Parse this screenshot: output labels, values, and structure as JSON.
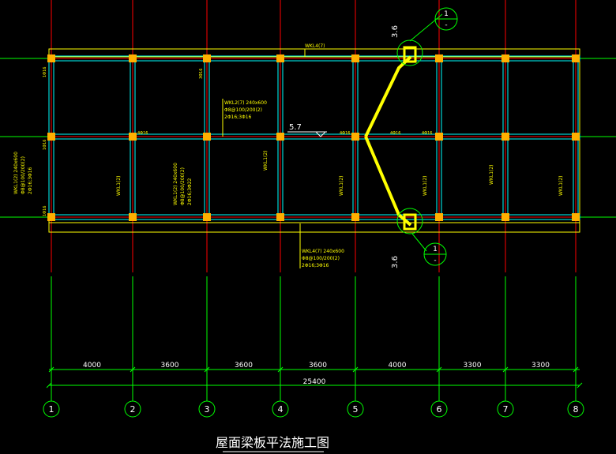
{
  "drawing": {
    "title": "屋面梁板平法施工图",
    "colors": {
      "background": "#000000",
      "axis_line": "#ff0000",
      "dimension": "#00ff00",
      "beam": "#00ffff",
      "column": "#ffb000",
      "beam_edge": "#ffff00",
      "stair_line": "#ffff00",
      "text": "#ffffff"
    },
    "axes": [
      {
        "label": "1"
      },
      {
        "label": "2"
      },
      {
        "label": "3"
      },
      {
        "label": "4"
      },
      {
        "label": "5"
      },
      {
        "label": "6"
      },
      {
        "label": "7"
      },
      {
        "label": "8"
      }
    ],
    "spans": [
      "4000",
      "3600",
      "3600",
      "3600",
      "4000",
      "3300",
      "3300"
    ],
    "total_length": "25400",
    "top_callout": {
      "level": "3.6",
      "detail_no": "1",
      "detail_sub": "-"
    },
    "bottom_callout": {
      "level": "3.6",
      "detail_no": "1",
      "detail_sub": "-"
    },
    "elevation_mark": "5.7",
    "beam_labels": {
      "top_edge": "WKL4(7)",
      "bottom_edge": "WKL4(7) 240x600",
      "bottom_edge_2": "Φ8@100/200(2)",
      "bottom_edge_3": "2Φ16;3Φ16",
      "mid_beam": "WKL2(7) 240x600",
      "mid_beam_2": "Φ8@100/200(2)",
      "mid_beam_3": "2Φ16;3Φ16",
      "left_beam": "WKL1(2) 240x600",
      "left_beam_2": "Φ8@100/200(2)",
      "left_beam_3": "2Φ16;3Φ16",
      "axis2_beam": "WKL1(2)",
      "axis3_beam": "WKL1(2) 240x600",
      "axis3_beam_2": "Φ8@100/200(2)",
      "axis3_beam_3": "2Φ16;3Φ22",
      "axis4_beam": "WKL1(2)",
      "axis5_beam": "WKL1(2)",
      "axis6_beam": "WKL1(2)",
      "axis7_beam": "WKL1(2)",
      "axis8_beam": "WKL1(2)"
    },
    "rebar_marks": {
      "r1": "4Φ16",
      "r2": "4Φ16",
      "r3": "4Φ16",
      "r4": "4Φ16",
      "r5": "3Φ16",
      "r6": "1Φ16",
      "r7": "1Φ16",
      "r8": "1Φ16"
    }
  }
}
